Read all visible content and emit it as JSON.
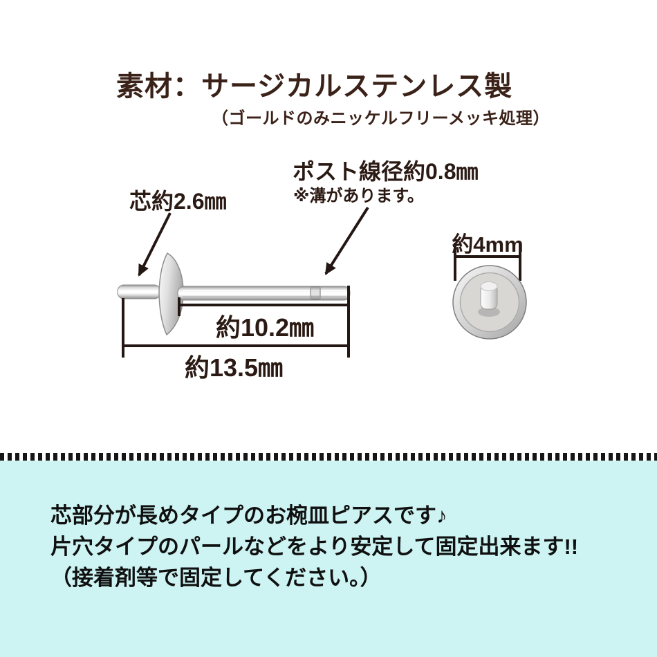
{
  "colors": {
    "background": "#ffffff",
    "panel_bg": "#cdf3f3",
    "heading_text": "#3b2219",
    "diagram_text": "#2b1a14",
    "line_color": "#241713",
    "body_text": "#101010"
  },
  "header": {
    "title": "素材：サージカルステンレス製",
    "subtitle": "（ゴールドのみニッケルフリーメッキ処理）"
  },
  "diagram": {
    "post_diameter_label": "ポスト線径約0.8㎜",
    "groove_note": "※溝があります。",
    "core_label": "芯約2.6㎜",
    "post_length_label": "約10.2㎜",
    "total_length_label": "約13.5㎜",
    "dish_diameter_label": "約4mm"
  },
  "footer": {
    "lines": [
      "芯部分が長めタイプのお椀皿ピアスです♪",
      "片穴タイプのパールなどをより安定して固定出来ます!!",
      "（接着剤等で固定してください。）"
    ]
  }
}
